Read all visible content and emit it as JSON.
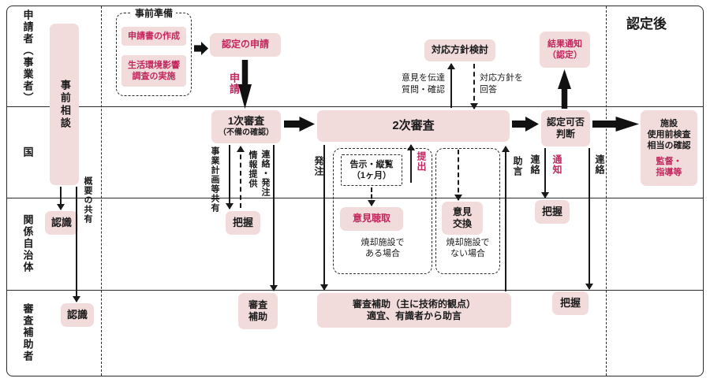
{
  "colors": {
    "pink": "#f2dcdb",
    "red": "#c2265e",
    "ink": "#1a1a1a"
  },
  "lanes": {
    "applicant": "申請者（事業者）",
    "nation": "国",
    "municipality": "関係自治体",
    "assistant": "審査補助者"
  },
  "left_col": {
    "pre_consult": "事前相談",
    "overview_share": "概要の共有",
    "recognize_muni": "認識",
    "recognize_assist": "認識"
  },
  "prep": {
    "title": "事前準備",
    "create_app": "申請書の作成",
    "survey": "生活環境影響\n調査の実施"
  },
  "flow": {
    "apply_box": "認定の申請",
    "apply_label": "申請",
    "review1": "1次審査",
    "review1_sub": "（不備の確認）",
    "review2": "2次審査",
    "decision": "認定可否\n判断",
    "result": "結果通知\n（認定）",
    "post_label": "認定後"
  },
  "facility": {
    "main": "施設\n使用前検査\n相当の確認",
    "sub": "監督・\n指導等"
  },
  "policy": {
    "box": "対応方針検討",
    "send": "意見を伝達\n質問・確認",
    "reply": "対応方針を\n回答"
  },
  "notice": {
    "box": "告示・縦覧\n（1ヶ月）",
    "submit": "提出",
    "hearing": "意見聴取",
    "case_incinerator": "焼却施設で\nある場合",
    "exchange": "意見\n交換",
    "case_not_incinerator": "焼却施設で\nない場合"
  },
  "links": {
    "order": "発注",
    "advice": "助言",
    "plan_share": "事業計画等共有",
    "info_provide": "情報提供",
    "contact_order": "連絡・発注",
    "grasp_muni1": "把握",
    "contact1": "連絡",
    "notify": "通知",
    "contact2": "連絡",
    "grasp_muni2": "把握",
    "grasp_assist": "把握"
  },
  "assist": {
    "small": "審査\n補助",
    "line1": "審査補助（主に技術的観点）",
    "line2": "適宜、有識者から助言"
  }
}
